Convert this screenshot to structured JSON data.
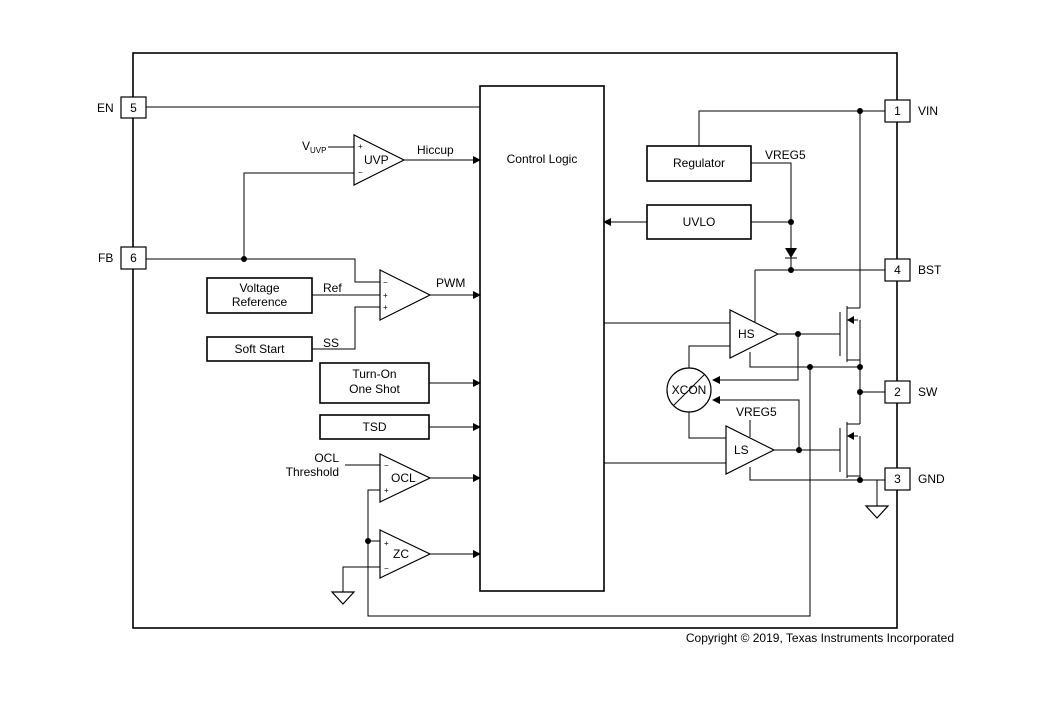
{
  "pins": {
    "en": {
      "name": "EN",
      "number": "5"
    },
    "fb": {
      "name": "FB",
      "number": "6"
    },
    "vin": {
      "name": "VIN",
      "number": "1"
    },
    "bst": {
      "name": "BST",
      "number": "4"
    },
    "sw": {
      "name": "SW",
      "number": "2"
    },
    "gnd": {
      "name": "GND",
      "number": "3"
    }
  },
  "blocks": {
    "control_logic": "Control Logic",
    "regulator": "Regulator",
    "uvlo": "UVLO",
    "voltage_reference_line1": "Voltage",
    "voltage_reference_line2": "Reference",
    "soft_start": "Soft Start",
    "turn_on_line1": "Turn-On",
    "turn_on_line2": "One Shot",
    "tsd": "TSD",
    "xcon": "XCON"
  },
  "comparators": {
    "uvp": "UVP",
    "pwm": "",
    "ocl": "OCL",
    "zc": "ZC",
    "hs": "HS",
    "ls": "LS"
  },
  "signals": {
    "vuvp_main": "V",
    "vuvp_sub": "UVP",
    "hiccup": "Hiccup",
    "pwm": "PWM",
    "ref": "Ref",
    "ss": "SS",
    "ocl_threshold_line1": "OCL",
    "ocl_threshold_line2": "Threshold",
    "vreg5_top": "VREG5",
    "vreg5_ls": "VREG5"
  },
  "signs": {
    "plus": "+",
    "minus": "−"
  },
  "copyright": "Copyright © 2019, Texas Instruments Incorporated"
}
